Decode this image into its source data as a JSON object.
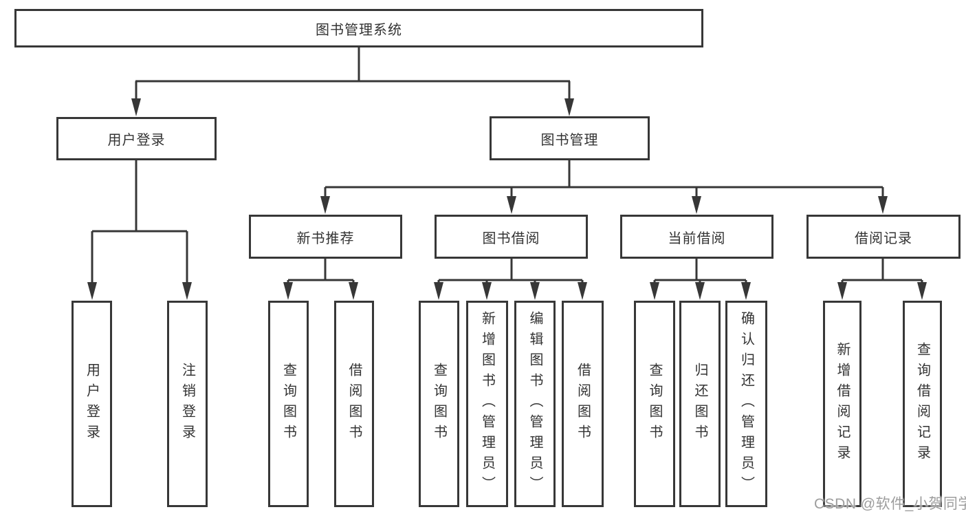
{
  "diagram": {
    "background": "#ffffff",
    "line_color": "#373737",
    "text_color": "#333333",
    "watermark_color": "#9d9d9d",
    "nodes": {
      "root": "图书管理系统",
      "user_login": "用户登录",
      "book_management": "图书管理",
      "new_book_recommend": "新书推荐",
      "book_borrow": "图书借阅",
      "current_borrow": "当前借阅",
      "borrow_records": "借阅记录",
      "leaf_user_login": "用户登录",
      "leaf_logout": "注销登录",
      "leaf_query_books_recommend": "查询图书",
      "leaf_borrow_books_recommend": "借阅图书",
      "leaf_query_books_borrow": "查询图书",
      "leaf_add_books": "新增图书（管理员）",
      "leaf_edit_books": "编辑图书（管理员）",
      "leaf_borrow_books_borrow": "借阅图书",
      "leaf_query_books_current": "查询图书",
      "leaf_return_books": "归还图书",
      "leaf_confirm_return": "确认归还（管理员）",
      "leaf_add_borrow_record": "新增借阅记录",
      "leaf_query_borrow_record": "查询借阅记录"
    },
    "watermark": "CSDN @软件_小贺同学"
  }
}
